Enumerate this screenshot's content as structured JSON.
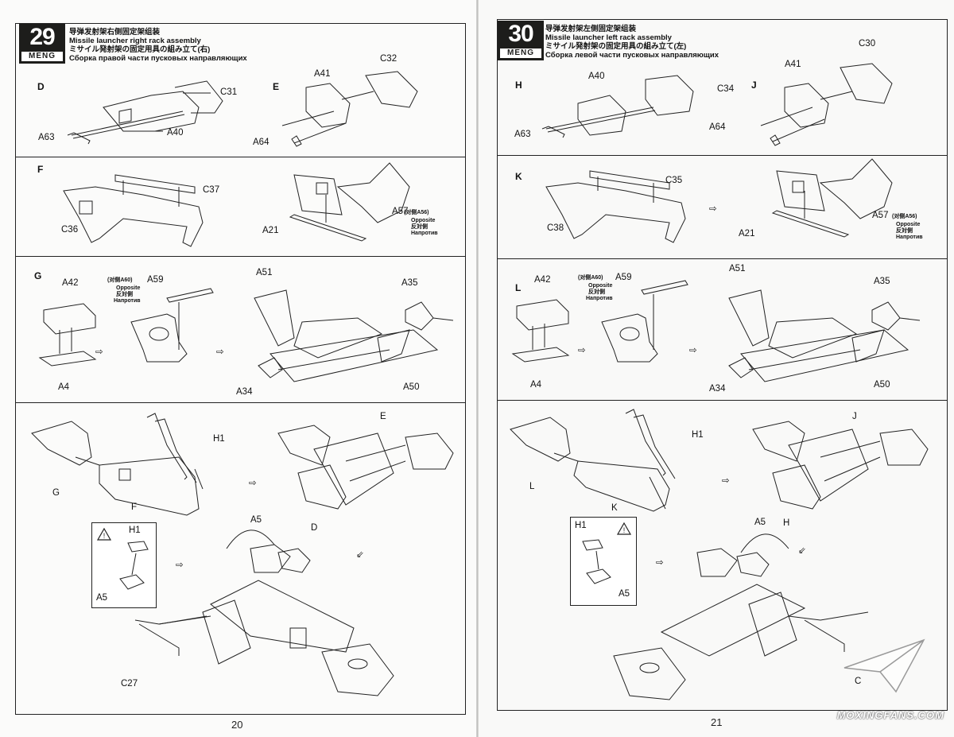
{
  "left_page": {
    "step_number": "29",
    "brand": "MENG",
    "title_cn": "导弹发射架右侧固定架组装",
    "title_en": "Missile launcher right rack assembly",
    "title_jp": "ミサイル発射架の固定用具の組み立て(右)",
    "title_ru": "Сборка правой части пусковых направляющих",
    "page_number": "20",
    "sections": [
      "D",
      "E",
      "F",
      "G"
    ],
    "labels": {
      "c31": "C31",
      "a63": "A63",
      "a40": "A40",
      "a41": "A41",
      "c32": "C32",
      "a64": "A64",
      "c37": "C37",
      "c36": "C36",
      "a57": "A57",
      "a57_note": "(对侧A56)",
      "opposite": "Opposite",
      "opposite_jp": "反対側",
      "opposite_ru": "Напротив",
      "a21": "A21",
      "a42": "A42",
      "a60_note": "(对侧A60)",
      "a59": "A59",
      "a51": "A51",
      "a35": "A35",
      "a4": "A4",
      "a34": "A34",
      "a50": "A50",
      "h1": "H1",
      "e": "E",
      "g": "G",
      "f": "F",
      "d": "D",
      "a5": "A5",
      "warn_h1": "H1",
      "warn_a5": "A5",
      "c27": "C27"
    }
  },
  "right_page": {
    "step_number": "30",
    "brand": "MENG",
    "title_cn": "导弹发射架左侧固定架组装",
    "title_en": "Missile launcher left rack assembly",
    "title_jp": "ミサイル発射架の固定用具の組み立て(左)",
    "title_ru": "Сборка левой части пусковых направляющих",
    "page_number": "21",
    "sections": [
      "H",
      "J",
      "K",
      "L"
    ],
    "labels": {
      "a40": "A40",
      "c34": "C34",
      "a63": "A63",
      "a41": "A41",
      "c30": "C30",
      "a64": "A64",
      "c35": "C35",
      "c38": "C38",
      "a57": "A57",
      "a57_note": "(对侧A56)",
      "opposite": "Opposite",
      "opposite_jp": "反対側",
      "opposite_ru": "Напротив",
      "a21": "A21",
      "a42": "A42",
      "a60_note": "(对侧A60)",
      "a59": "A59",
      "a51": "A51",
      "a35": "A35",
      "a4": "A4",
      "a34": "A34",
      "a50": "A50",
      "h1": "H1",
      "j": "J",
      "l": "L",
      "k": "K",
      "h": "H",
      "a5": "A5",
      "warn_h1": "H1",
      "warn_a5": "A5",
      "c": "C"
    }
  },
  "watermark": "MOXINGFANS.COM"
}
